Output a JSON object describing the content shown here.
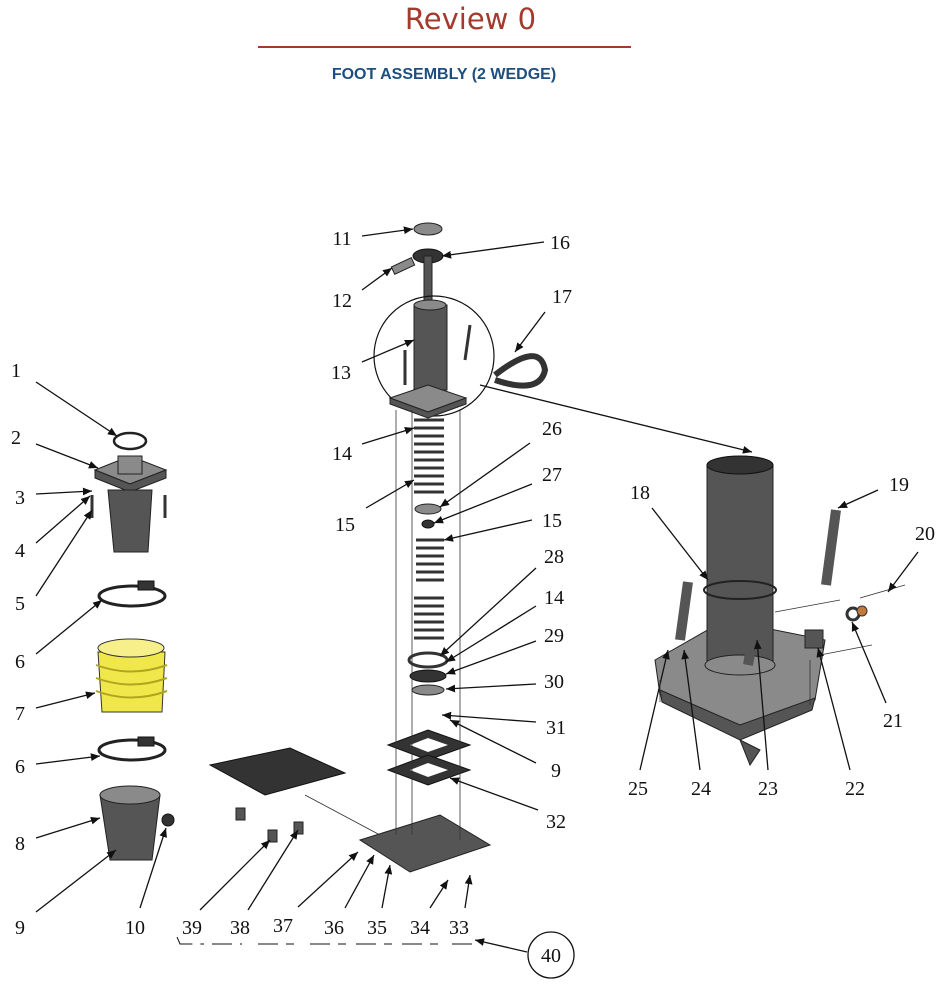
{
  "header": {
    "review": "Review 0",
    "title": "FOOT ASSEMBLY (2 WEDGE)"
  },
  "colors": {
    "review": "#a33a2c",
    "title": "#1d4e7e",
    "bellows": "#f0e84a"
  },
  "callouts": [
    "1",
    "2",
    "3",
    "4",
    "5",
    "6",
    "7",
    "6",
    "8",
    "9",
    "10",
    "39",
    "38",
    "37",
    "36",
    "35",
    "34",
    "33",
    "40",
    "11",
    "16",
    "12",
    "17",
    "13",
    "14",
    "15",
    "26",
    "27",
    "15",
    "28",
    "14",
    "29",
    "30",
    "31",
    "9",
    "32",
    "18",
    "19",
    "20",
    "21",
    "22",
    "23",
    "24",
    "25"
  ]
}
